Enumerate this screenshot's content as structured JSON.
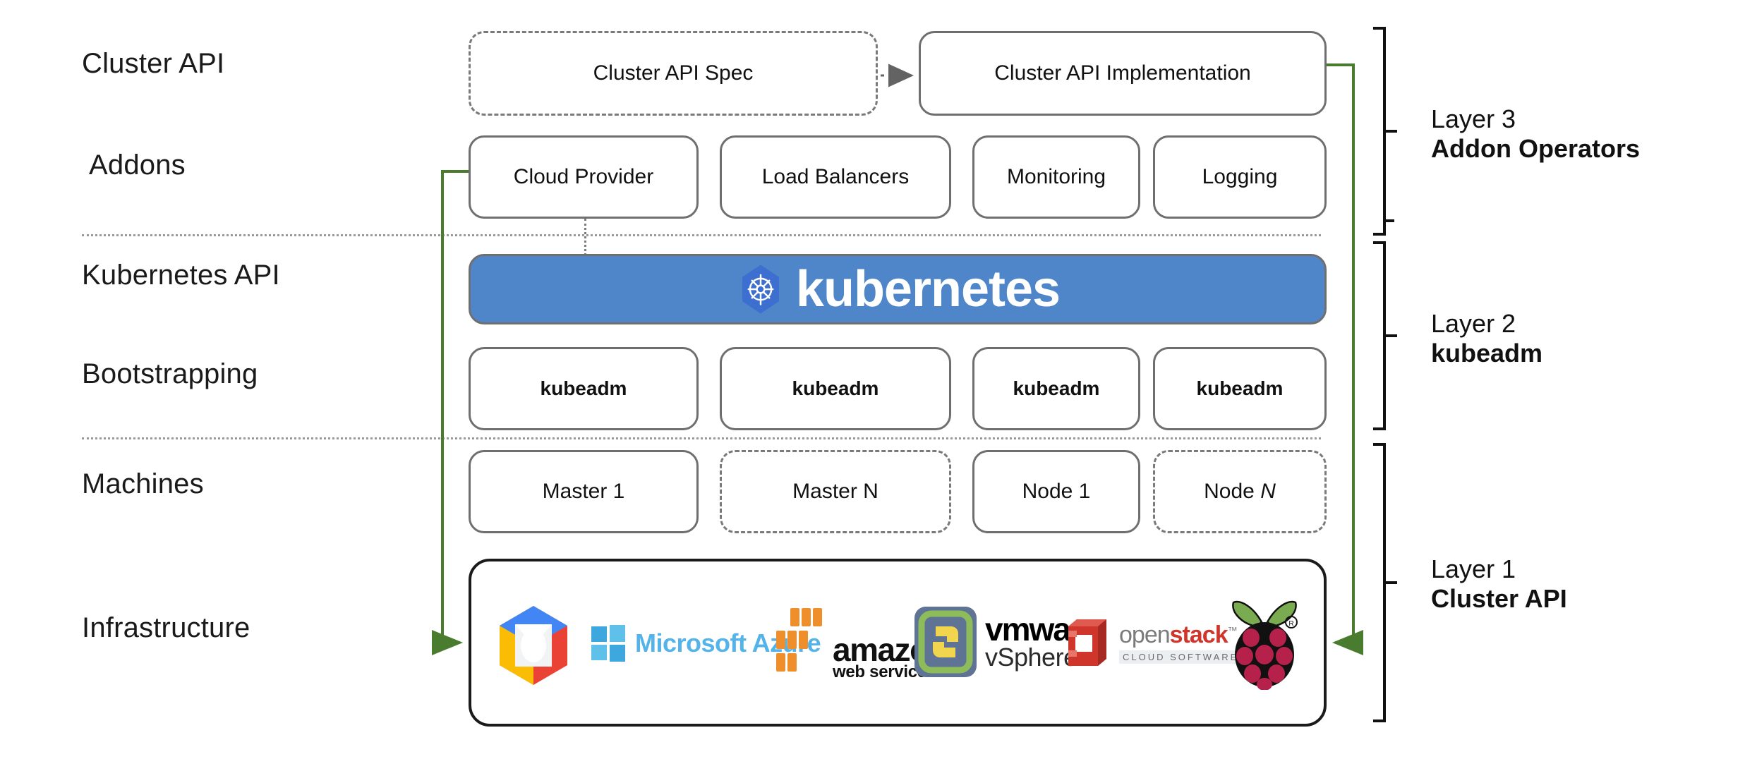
{
  "diagram": {
    "title": "Kubernetes Cluster API layered architecture",
    "accent_green": "#4a7c2f",
    "kubernetes_blue": "#4e86c9",
    "box_border": "#6f6f6f"
  },
  "row_labels": [
    {
      "id": "cluster-api",
      "text": "Cluster API"
    },
    {
      "id": "addons",
      "text": "Addons"
    },
    {
      "id": "kubernetes-api",
      "text": "Kubernetes API"
    },
    {
      "id": "bootstrapping",
      "text": "Bootstrapping"
    },
    {
      "id": "machines",
      "text": "Machines"
    },
    {
      "id": "infrastructure",
      "text": "Infrastructure"
    }
  ],
  "cluster_api_row": {
    "spec": {
      "label": "Cluster API Spec",
      "style": "dashed"
    },
    "implementation": {
      "label": "Cluster API Implementation",
      "style": "solid"
    },
    "connector": "dotted-arrow-right"
  },
  "addons_row": [
    {
      "label": "Cloud Provider"
    },
    {
      "label": "Load Balancers"
    },
    {
      "label": "Monitoring"
    },
    {
      "label": "Logging"
    }
  ],
  "kubernetes_banner": {
    "wordmark": "kubernetes",
    "icon": "kubernetes-helm-icon",
    "background": "#4e86c9",
    "text_color": "#ffffff"
  },
  "bootstrapping_row": [
    {
      "label": "kubeadm"
    },
    {
      "label": "kubeadm"
    },
    {
      "label": "kubeadm"
    },
    {
      "label": "kubeadm"
    }
  ],
  "machines_row": [
    {
      "label": "Master 1",
      "style": "solid"
    },
    {
      "label": "Master N",
      "style": "dashed"
    },
    {
      "label": "Node 1",
      "style": "solid"
    },
    {
      "label": "Node N",
      "style": "dashed",
      "italic_suffix": "N",
      "prefix": "Node "
    }
  ],
  "infrastructure_row": {
    "providers": [
      {
        "name": "google-cloud-platform-icon",
        "label": ""
      },
      {
        "name": "microsoft-azure-icon",
        "label": "Microsoft Azure"
      },
      {
        "name": "amazon-web-services-icon",
        "label_top": "amazon",
        "label_bottom": "web services"
      },
      {
        "name": "vmware-vsphere-icon",
        "label_top": "vmware",
        "label_bottom": "vSphere"
      },
      {
        "name": "openstack-icon",
        "label_top_a": "open",
        "label_top_b": "stack",
        "label_tm": "™",
        "label_bottom": "CLOUD SOFTWARE"
      },
      {
        "name": "raspberry-pi-icon",
        "label": ""
      }
    ]
  },
  "layers": [
    {
      "id": "layer-3",
      "line1": "Layer 3",
      "line2": "Addon Operators"
    },
    {
      "id": "layer-2",
      "line1": "Layer 2",
      "line2": "kubeadm"
    },
    {
      "id": "layer-1",
      "line1": "Layer 1",
      "line2": "Cluster API"
    }
  ]
}
